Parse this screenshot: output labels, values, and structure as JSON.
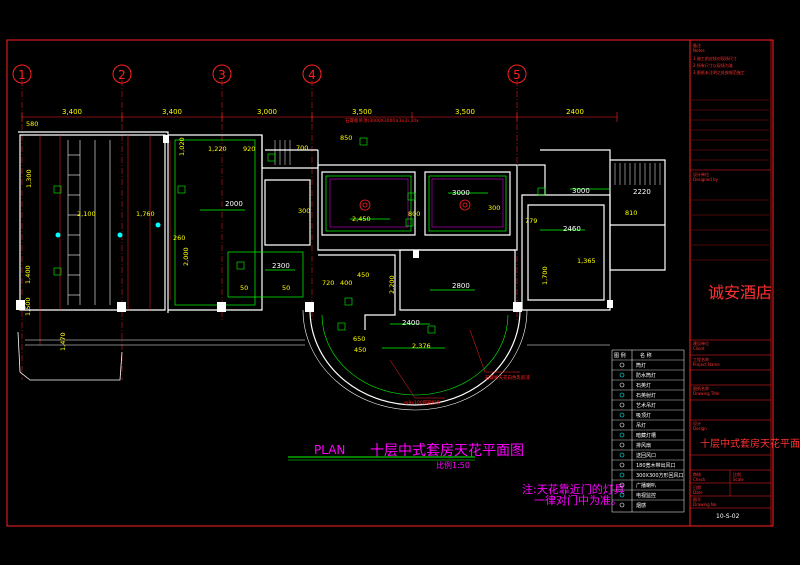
{
  "colors": {
    "frame": "#ff2020",
    "wall": "#ffffff",
    "green": "#00ff00",
    "yellow": "#ffff00",
    "magenta": "#ff00ff",
    "cyan": "#00ffff",
    "red": "#ff3030"
  },
  "axes": [
    {
      "label": "1"
    },
    {
      "label": "2"
    },
    {
      "label": "3"
    },
    {
      "label": "4"
    },
    {
      "label": "5"
    }
  ],
  "top_dims": [
    "3,400",
    "3,400",
    "3,000",
    "3,500",
    "3,500",
    "2400"
  ],
  "dims": {
    "d580": "580",
    "d1020": "1,020",
    "d1220": "1,220",
    "d920": "920",
    "d700": "700",
    "d850": "850",
    "d2100": "2,100",
    "d1760": "1,760",
    "d2000a": "2000",
    "d2000b": "2,000",
    "d300": "300",
    "d2450": "2,450",
    "d3000": "3000",
    "d800": "800",
    "d3000b": "3000",
    "d2300": "2300",
    "d2800": "2800",
    "d2400": "2400",
    "d2376": "2,376",
    "d2460": "2460",
    "d1365": "1,365",
    "d1700": "1,700",
    "d2220": "2220",
    "d810": "810",
    "d779": "779",
    "d650": "650",
    "d450": "450",
    "d260": "260",
    "d1300": "1,300",
    "d1500": "1,500",
    "d1470": "1,470",
    "d1400": "1,400",
    "d2200": "2,200",
    "d720": "720",
    "d400": "400",
    "d50": "50"
  },
  "notes": {
    "ceiling_note": "石膏板吊顶(3000X3000)(3x3)...0x",
    "leader1": "石膏板天花白色乳胶漆",
    "leader2": "@9x100圆管扣板"
  },
  "plan_title": {
    "en": "PLAN",
    "cn": "十层中式套房天花平面图",
    "scale": "比例1:50"
  },
  "note_text": [
    "注:天花靠近门的灯具",
    "一律对门中为准。"
  ],
  "legend": {
    "header": [
      "图 例",
      "名 称"
    ],
    "rows": [
      "筒灯",
      "防水筒灯",
      "石英灯",
      "石英射灯",
      "艺术吊灯",
      "吸顶灯",
      "吊灯",
      "暗藏灯槽",
      "排风扇",
      "送回风口",
      "180宽木带出风口",
      "300X300方形回风口",
      "广播喇叭",
      "电视监控",
      "烟感"
    ]
  },
  "title_block": {
    "hotel": "诚安酒店",
    "drawing_title": "十层中式套房天花平面图",
    "drawing_no": "10-S-02",
    "small_lines": [
      "备注",
      "Notes",
      "1.施工前应核对现场尺寸",
      "2.所有尺寸以现场为准",
      "3.图纸未注明之处按规范施工",
      "设计单位",
      "Designed by",
      "建设单位",
      "Client",
      "工程名称",
      "Project Name",
      "图纸名称",
      "Drawing Title",
      "设计",
      "Design",
      "审核",
      "Check",
      "比例",
      "Scale",
      "日期",
      "Date",
      "图号",
      "Drawing No."
    ]
  }
}
